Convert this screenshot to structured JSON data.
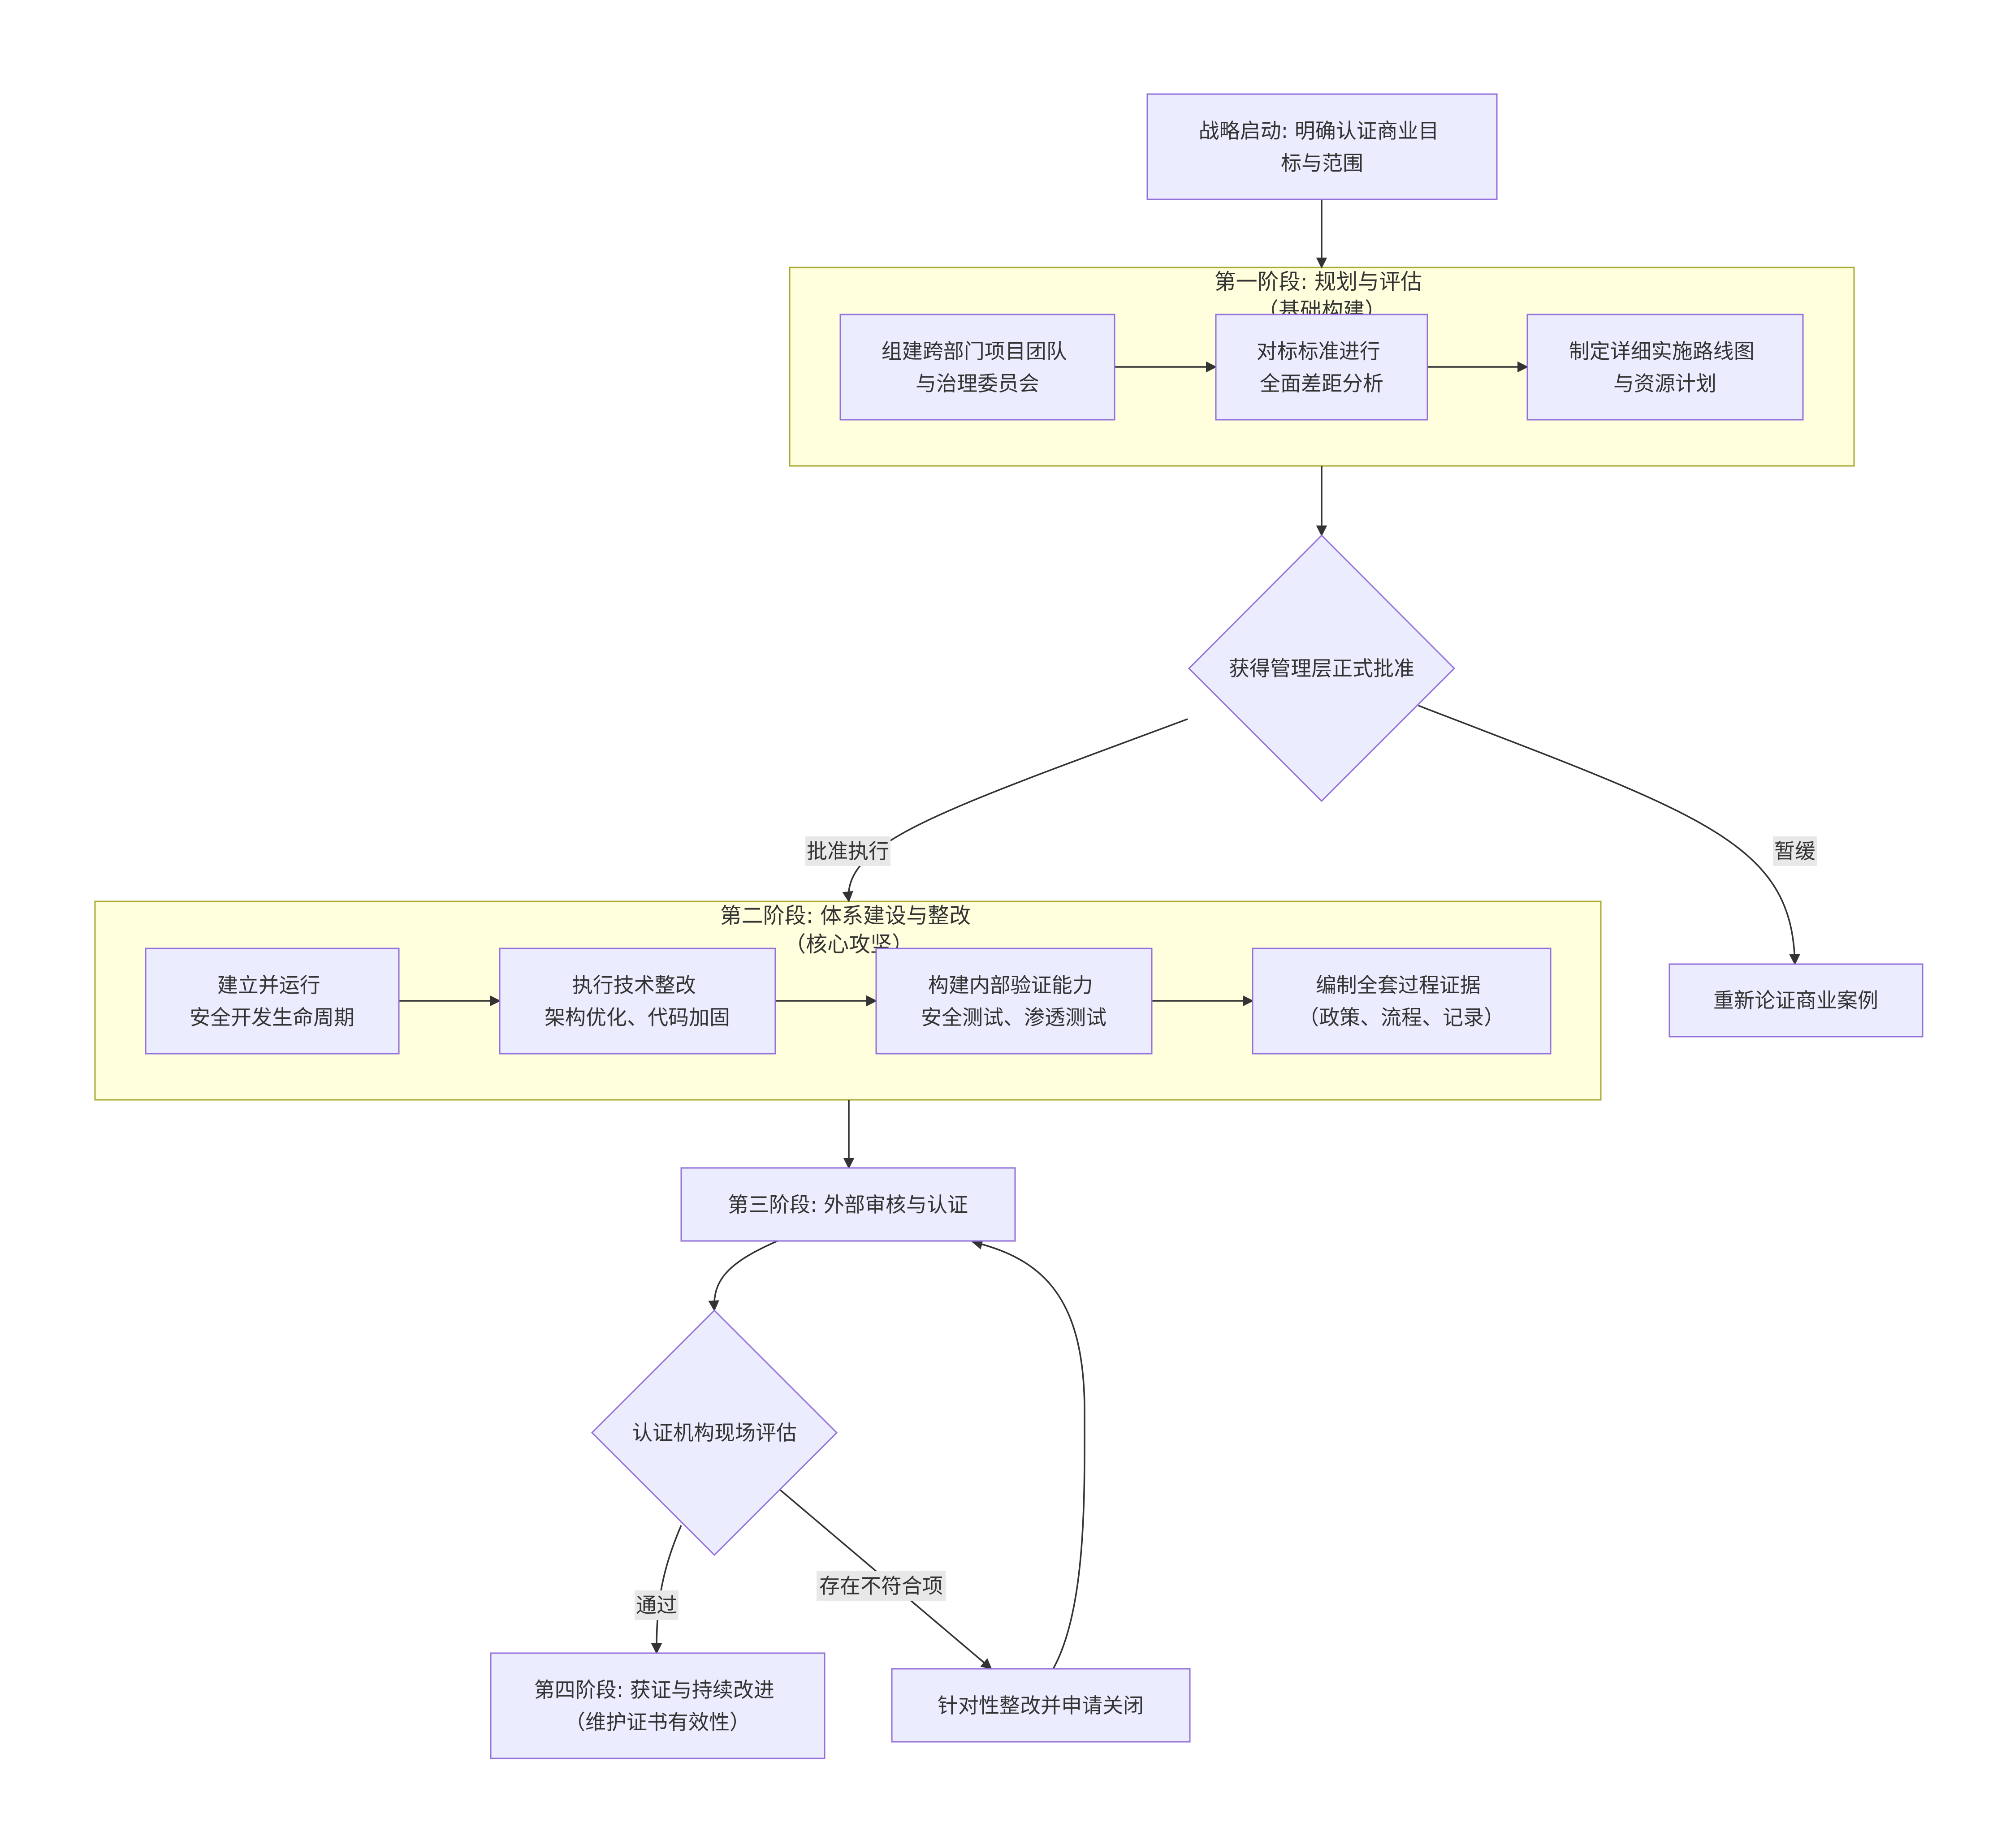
{
  "nodes": {
    "start": [
      "战略启动: 明确认证商业目",
      "标与范围"
    ],
    "team": [
      "组建跨部门项目团队",
      "与治理委员会"
    ],
    "gap": [
      "对标标准进行",
      "全面差距分析"
    ],
    "roadmap": [
      "制定详细实施路线图",
      "与资源计划"
    ],
    "approval": [
      "获得管理层正式批准"
    ],
    "rebuild": [
      "重新论证商业案例"
    ],
    "sdl": [
      "建立并运行",
      "安全开发生命周期"
    ],
    "tech": [
      "执行技术整改",
      "架构优化、代码加固"
    ],
    "verify": [
      "构建内部验证能力",
      "安全测试、渗透测试"
    ],
    "evidence": [
      "编制全套过程证据",
      "（政策、流程、记录）"
    ],
    "audit": [
      "第三阶段: 外部审核与认证"
    ],
    "assess": [
      "认证机构现场评估"
    ],
    "cert": [
      "第四阶段: 获证与持续改进",
      "（维护证书有效性）"
    ],
    "fix": [
      "针对性整改并申请关闭"
    ]
  },
  "clusters": {
    "phase1": [
      "第一阶段: 规划与评估",
      "（基础构建）"
    ],
    "phase2": [
      "第二阶段: 体系建设与整改",
      "（核心攻坚）"
    ]
  },
  "edge_labels": {
    "approve": "批准执行",
    "defer": "暂缓",
    "pass": "通过",
    "nonconform": "存在不符合项"
  },
  "colors": {
    "node_fill": "#ececff",
    "node_stroke": "#9370db",
    "cluster_fill": "#ffffde",
    "cluster_stroke": "#aaaa33",
    "edge": "#333333",
    "label_bg": "#e8e8e8",
    "text": "#333333"
  }
}
